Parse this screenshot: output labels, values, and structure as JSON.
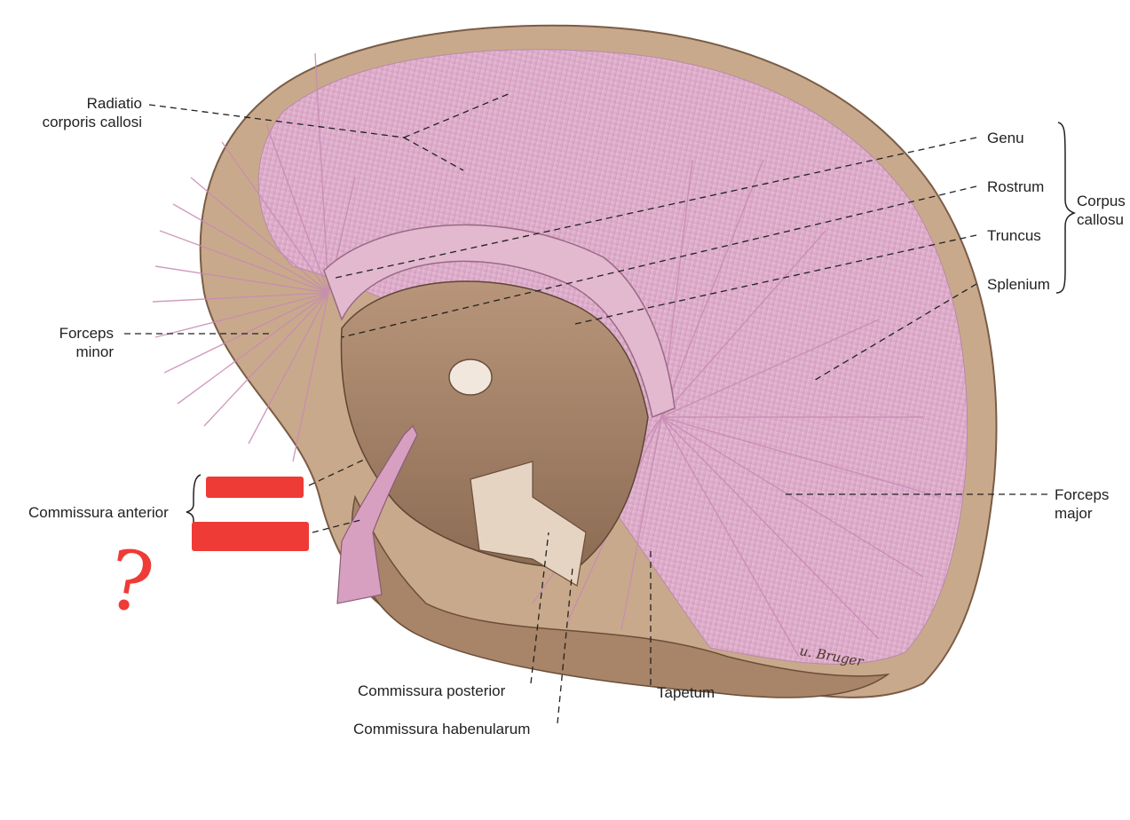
{
  "labels": {
    "radiatio_line1": "Radiatio",
    "radiatio_line2": "corporis callosi",
    "genu": "Genu",
    "rostrum": "Rostrum",
    "truncus": "Truncus",
    "splenium": "Splenium",
    "corpus_line1": "Corpus",
    "corpus_line2": "callosu",
    "forceps_minor_line1": "Forceps",
    "forceps_minor_line2": "minor",
    "forceps_major_line1": "Forceps",
    "forceps_major_line2": "major",
    "commissura_anterior": "Commissura anterior",
    "commissura_posterior": "Commissura posterior",
    "commissura_habenularum": "Commissura habenularum",
    "tapetum": "Tapetum",
    "question_mark": "?"
  },
  "colors": {
    "annotation_red": "#ee3b36",
    "fiber_pink": "#d9a0c4",
    "cortex_tan": "#c9a98b",
    "deep_brown": "#8f6f55"
  }
}
